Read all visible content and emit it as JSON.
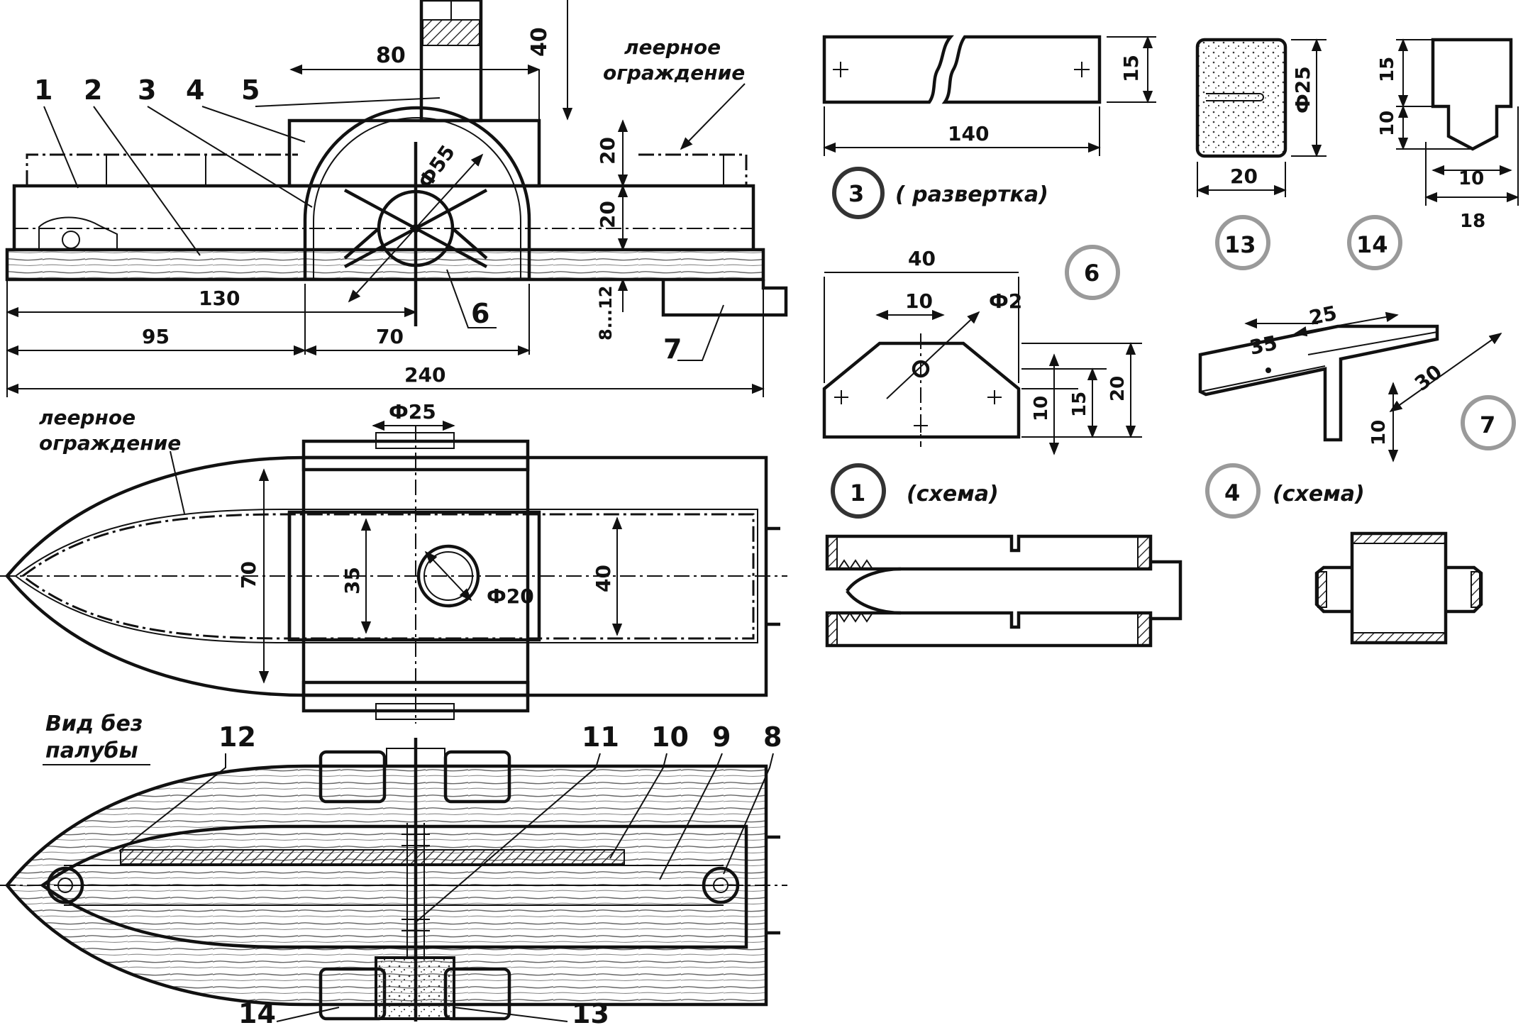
{
  "colors": {
    "ink": "#111111",
    "paper": "#ffffff",
    "circle_gray": "#9a9a9a"
  },
  "side_view": {
    "part_callouts": [
      "1",
      "2",
      "3",
      "4",
      "5",
      "6",
      "7"
    ],
    "dims": {
      "d80": "80",
      "d40": "40",
      "d20a": "20",
      "d20b": "20",
      "d812": "8...12",
      "d130": "130",
      "d95": "95",
      "d70": "70",
      "d240": "240",
      "phi55": "Ф55"
    },
    "railing_label": [
      "леерное",
      "ограждение"
    ]
  },
  "top_view": {
    "railing_label": [
      "леерное",
      "ограждение"
    ],
    "dims": {
      "phi25": "Ф25",
      "d70": "70",
      "d35": "35",
      "phi20": "Ф20",
      "d40": "40"
    }
  },
  "bottom_view": {
    "title": [
      "Вид без",
      "палубы"
    ],
    "part_callouts": [
      "12",
      "11",
      "10",
      "9",
      "8",
      "14",
      "13"
    ]
  },
  "detail_3": {
    "number": "3",
    "caption": "( развертка)",
    "dims": {
      "d15": "15",
      "d140": "140"
    }
  },
  "detail_13": {
    "number": "13",
    "dims": {
      "phi25": "Ф25",
      "d20": "20"
    }
  },
  "detail_14": {
    "number": "14",
    "dims": {
      "d15": "15",
      "d10a": "10",
      "d10b": "10",
      "d18": "18"
    }
  },
  "detail_6": {
    "number": "6",
    "dims": {
      "d40": "40",
      "d10": "10",
      "phi2": "Ф2",
      "d10v": "10",
      "d15": "15",
      "d20": "20"
    }
  },
  "detail_1": {
    "number": "1",
    "caption": "(схема)"
  },
  "detail_7": {
    "number": "7",
    "dims": {
      "d35": "35",
      "d25": "25",
      "d30": "30",
      "d10": "10"
    }
  },
  "detail_4": {
    "number": "4",
    "caption": "(схема)"
  }
}
